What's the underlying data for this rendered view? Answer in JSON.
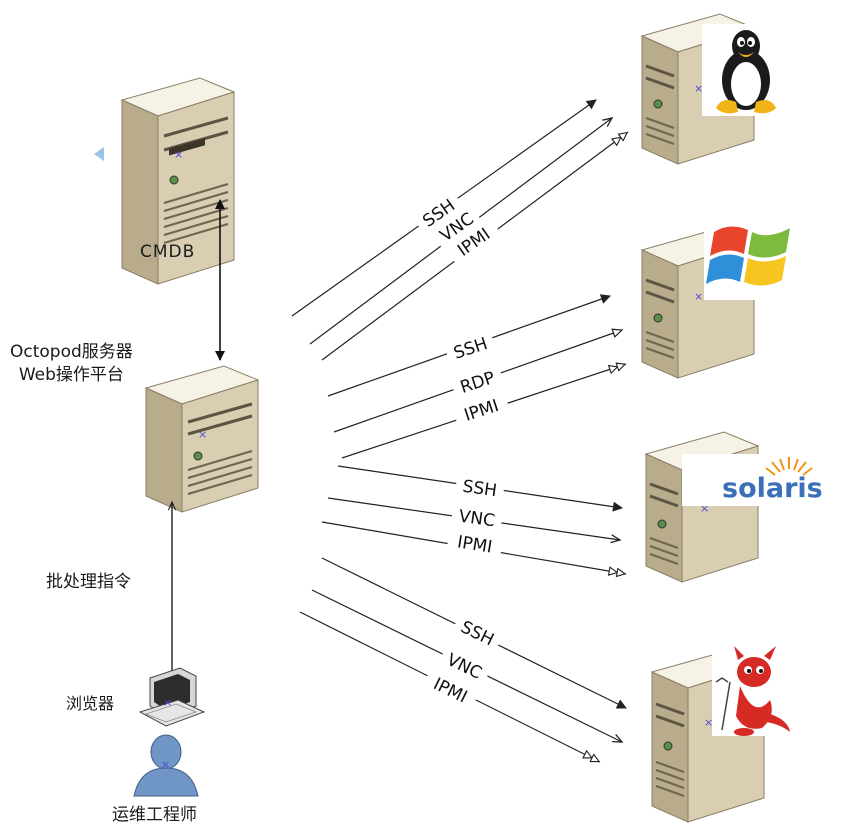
{
  "labels": {
    "cmdb": "CMDB",
    "octopod_line1": "Octopod服务器",
    "octopod_line2": "Web操作平台",
    "batch": "批处理指令",
    "browser": "浏览器",
    "engineer": "运维工程师"
  },
  "logos": {
    "solaris": "solaris"
  },
  "connections": [
    {
      "target": "linux-server",
      "protocols": [
        "SSH",
        "VNC",
        "IPMI"
      ]
    },
    {
      "target": "windows-server",
      "protocols": [
        "SSH",
        "RDP",
        "IPMI"
      ]
    },
    {
      "target": "solaris-server",
      "protocols": [
        "SSH",
        "VNC",
        "IPMI"
      ]
    },
    {
      "target": "bsd-server",
      "protocols": [
        "SSH",
        "VNC",
        "IPMI"
      ]
    }
  ],
  "colors": {
    "server_front": "#efe7d3",
    "server_side": "#cfc3a5",
    "server_top": "#f7f2e6",
    "line": "#222222",
    "user": "#6f96c6",
    "windows_red": "#e8452c",
    "windows_green": "#7dbb3f",
    "windows_blue": "#2f8fd8",
    "windows_yellow": "#f6c51f",
    "solaris_blue": "#3a70b8",
    "solaris_orange": "#f0951a",
    "bsd_red": "#d62a24"
  }
}
